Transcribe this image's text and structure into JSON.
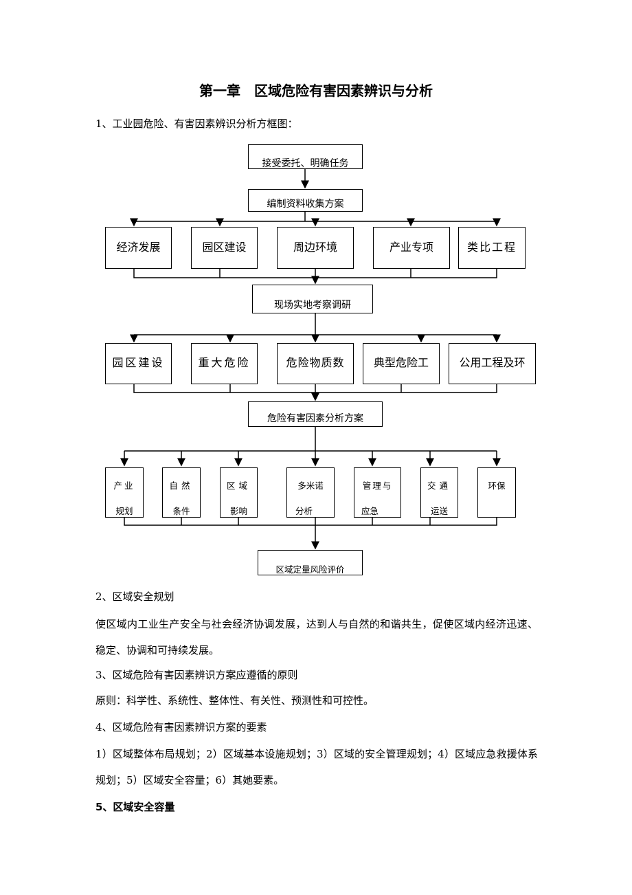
{
  "title": "第一章　区域危险有害因素辨识与分析",
  "section1": "1、工业园危险、有害因素辨识分析方框图：",
  "diagram": {
    "step1": "接受委托、明确任务",
    "step2": "编制资料收集方案",
    "row1": [
      "经济发展",
      "园区建设",
      "周边环境",
      "产业专项",
      "类比工程"
    ],
    "step3": "现场实地考察调研",
    "row2": [
      "园区建设",
      "重大危险",
      "危险物质数",
      "典型危险工",
      "公用工程及环"
    ],
    "step4": "危险有害因素分析方案",
    "row3": [
      [
        "产业",
        "规划"
      ],
      [
        "自然",
        "条件"
      ],
      [
        "区域",
        "影响"
      ],
      [
        "多米诺",
        "分析"
      ],
      [
        "管理与",
        "应急"
      ],
      [
        "交通",
        "运送"
      ],
      [
        "环保",
        ""
      ]
    ],
    "step5": "区域定量风险评价"
  },
  "section2": {
    "heading": "2、区域安全规划",
    "body": "使区域内工业生产安全与社会经济协调发展，达到人与自然的和谐共生，促使区域内经济迅速、稳定、协调和可持续发展。"
  },
  "section3": {
    "heading": "3、区域危险有害因素辨识方案应遵循的原则",
    "body": "原则：科学性、系统性、整体性、有关性、预测性和可控性。"
  },
  "section4": {
    "heading": "4、区域危险有害因素辨识方案的要素",
    "body": "1）区域整体布局规划；2）区域基本设施规划；3）区域的安全管理规划；4）区域应急救援体系规划；5）区域安全容量；6）其她要素。"
  },
  "section5": {
    "heading": "5、区域安全容量"
  }
}
